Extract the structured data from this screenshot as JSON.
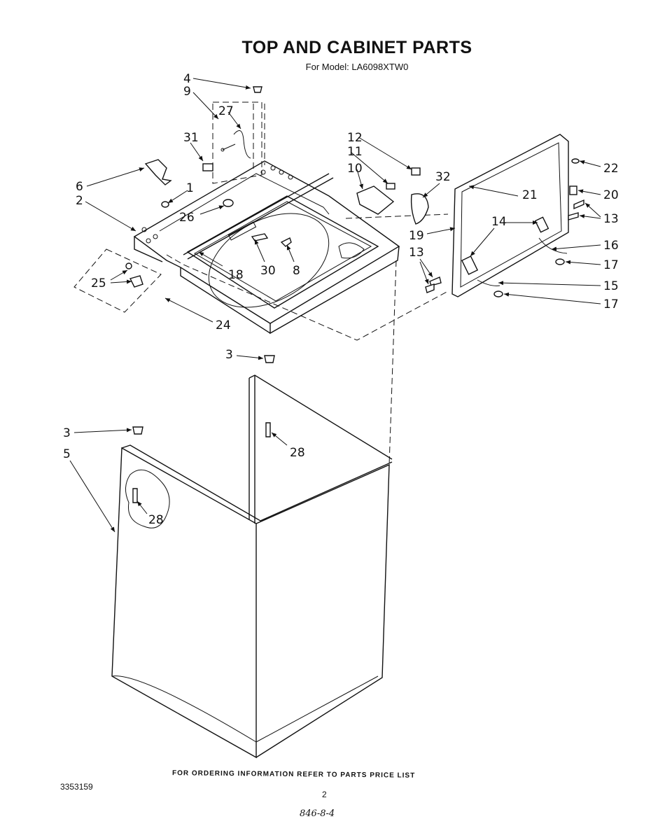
{
  "title": "TOP AND CABINET PARTS",
  "subtitle": "For Model: LA6098XTW0",
  "footer": "FOR ORDERING INFORMATION REFER TO PARTS PRICE LIST",
  "doc_number": "3353159",
  "page_number": "2",
  "handwritten_note": "846-8-4",
  "callouts": {
    "c1": "1",
    "c2": "2",
    "c3a": "3",
    "c3b": "3",
    "c4": "4",
    "c5": "5",
    "c6": "6",
    "c8": "8",
    "c9": "9",
    "c10": "10",
    "c11": "11",
    "c12": "12",
    "c13a": "13",
    "c13b": "13",
    "c14": "14",
    "c15": "15",
    "c16": "16",
    "c17a": "17",
    "c17b": "17",
    "c18": "18",
    "c19": "19",
    "c20": "20",
    "c21": "21",
    "c22": "22",
    "c24": "24",
    "c25": "25",
    "c26": "26",
    "c27": "27",
    "c28a": "28",
    "c28b": "28",
    "c30": "30",
    "c31": "31",
    "c32": "32"
  }
}
